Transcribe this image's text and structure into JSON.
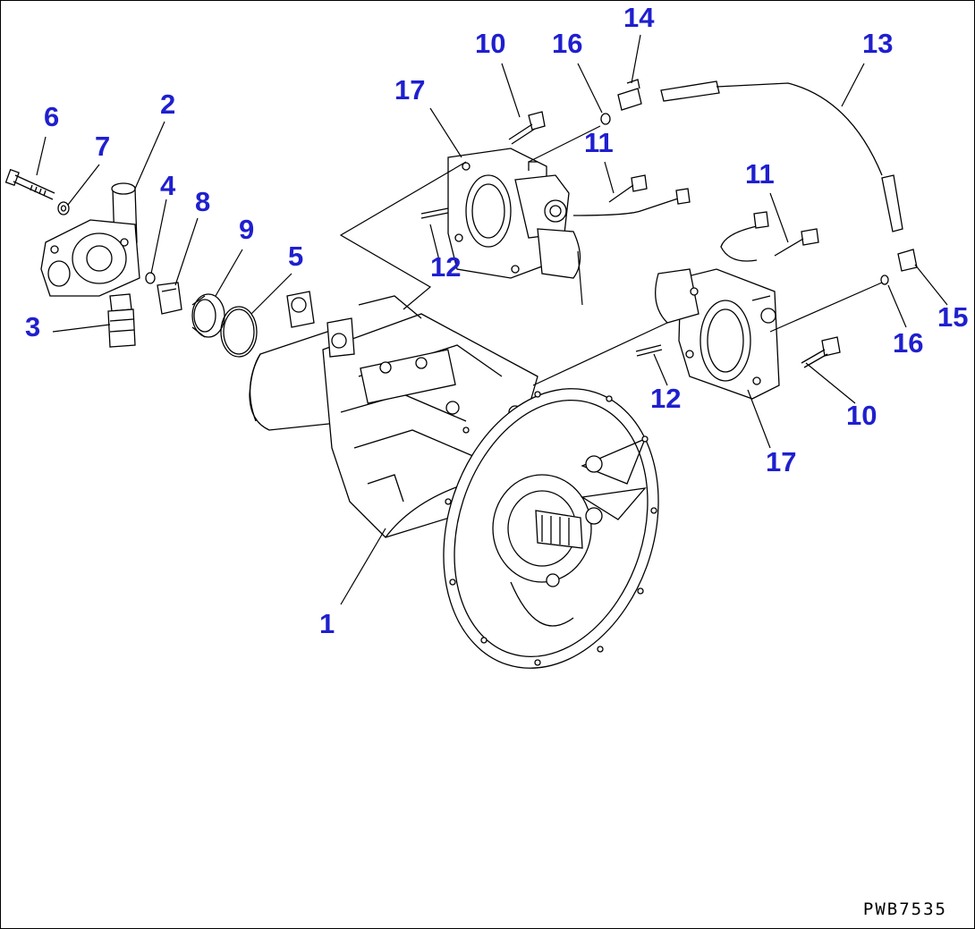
{
  "callouts": [
    {
      "label": "1"
    },
    {
      "label": "2"
    },
    {
      "label": "3"
    },
    {
      "label": "4"
    },
    {
      "label": "5"
    },
    {
      "label": "6"
    },
    {
      "label": "7"
    },
    {
      "label": "8"
    },
    {
      "label": "9"
    },
    {
      "label": "10"
    },
    {
      "label": "16"
    },
    {
      "label": "14"
    },
    {
      "label": "13"
    },
    {
      "label": "17"
    },
    {
      "label": "11"
    },
    {
      "label": "12"
    },
    {
      "label": "11"
    },
    {
      "label": "15"
    },
    {
      "label": "16"
    },
    {
      "label": "12"
    },
    {
      "label": "10"
    },
    {
      "label": "17"
    }
  ],
  "drawing_code": "PWB7535",
  "colors": {
    "callout": "#1f1fcf",
    "line": "#000000",
    "background": "#ffffff"
  }
}
